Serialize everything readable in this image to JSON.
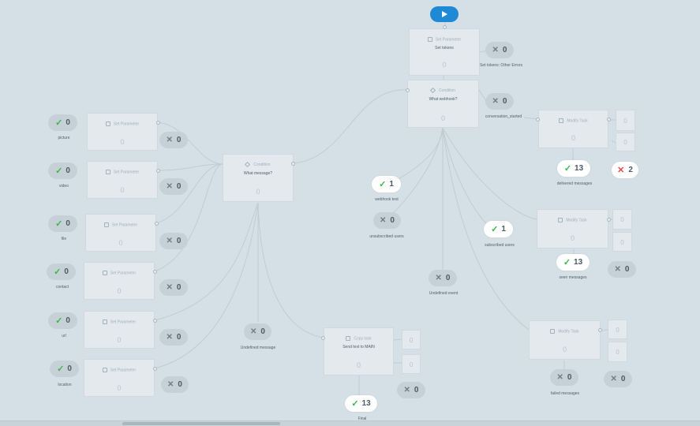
{
  "run_button": {
    "icon": "play-icon"
  },
  "nodes": {
    "set_tokens": {
      "type": "Set Parameter",
      "title": "Set tokens",
      "count": "0"
    },
    "what_webhook": {
      "type": "Condition",
      "title": "What webhook?",
      "count": "0"
    },
    "what_message": {
      "type": "Condition",
      "title": "What message?",
      "count": "0"
    },
    "sp_picture": {
      "type": "Set Parameter",
      "title": "",
      "count": "0"
    },
    "sp_video": {
      "type": "Set Parameter",
      "title": "",
      "count": "0"
    },
    "sp_file": {
      "type": "Set Parameter",
      "title": "",
      "count": "0"
    },
    "sp_contact": {
      "type": "Set Parameter",
      "title": "",
      "count": "0"
    },
    "sp_url": {
      "type": "Set Parameter",
      "title": "",
      "count": "0"
    },
    "sp_location": {
      "type": "Set Parameter",
      "title": "",
      "count": "0"
    },
    "copy_task": {
      "type": "Copy task",
      "title": "Send text to MAIN",
      "count": "0"
    },
    "modify_delivered": {
      "type": "Modify Task",
      "title": "",
      "count": "0"
    },
    "modify_seen": {
      "type": "Modify Task",
      "title": "",
      "count": "0"
    },
    "modify_failed": {
      "type": "Modify Task",
      "title": "",
      "count": "0"
    }
  },
  "minis": {
    "m1a": "0",
    "m1b": "0",
    "m2a": "0",
    "m2b": "0",
    "m3a": "0",
    "m3b": "0",
    "m4a": "0",
    "m4b": "0"
  },
  "pills": {
    "picture": "0",
    "picture_err": "0",
    "video": "0",
    "video_err": "0",
    "file": "0",
    "file_err": "0",
    "contact": "0",
    "contact_err": "0",
    "url": "0",
    "url_err": "0",
    "location": "0",
    "location_err": "0",
    "tokens_err": "0",
    "conversation_started": "0",
    "delivered": "13",
    "delivered_err": "2",
    "webhook_test": "1",
    "unsubscribed": "0",
    "subscribed": "1",
    "seen": "13",
    "seen_err": "0",
    "undefined_event": "0",
    "undefined_message": "0",
    "failed": "0",
    "failed_err": "0",
    "final": "13",
    "copy_err": "0"
  },
  "labels": {
    "picture": "picture",
    "video": "video",
    "file": "file",
    "contact": "contact",
    "url": "url",
    "location": "location",
    "tokens_err": "Set tokens: Other Errors",
    "conversation_started": "conversation_started",
    "delivered": "delivered messages",
    "webhook_test": "webhook test",
    "unsubscribed": "unsubscribed users",
    "subscribed": "subscribed users",
    "seen": "seen messages",
    "undefined_event": "Undefined event",
    "undefined_message": "Undefined message",
    "failed": "failed messages",
    "final": "Final"
  }
}
